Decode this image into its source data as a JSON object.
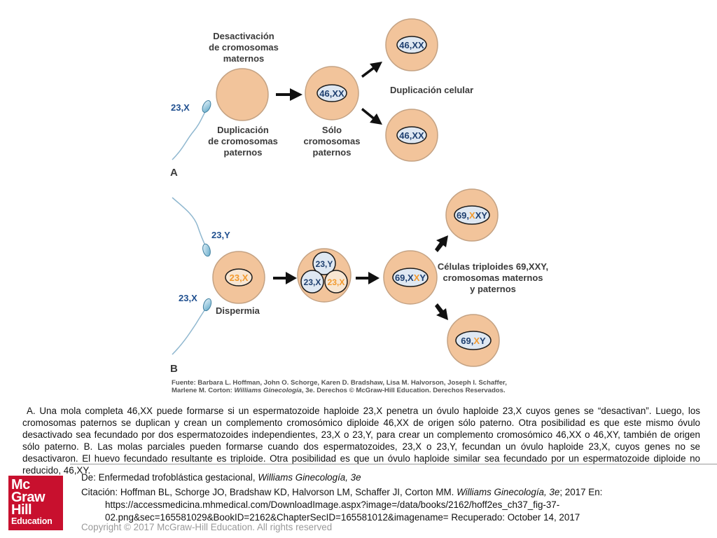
{
  "figure": {
    "panel_a": {
      "label": "A",
      "sperm_label": "23,X",
      "deactivation_label": [
        "Desactivación",
        "de cromosomas",
        "maternos"
      ],
      "duplication_paternal_label": [
        "Duplicación",
        "de cromosomas",
        "paternos"
      ],
      "only_paternal_label": [
        "Sólo",
        "cromosomas",
        "paternos"
      ],
      "center_cell": "46,XX",
      "top_cell": "46,XX",
      "bottom_cell": "46,XX",
      "cell_duplication_label": "Duplicación celular"
    },
    "panel_b": {
      "label": "B",
      "sperm1_label": "23,Y",
      "sperm2_label": "23,X",
      "egg_label": "23,X",
      "dispermy_label": "Dispermia",
      "cluster_top": "23,Y",
      "cluster_left": "23,X",
      "cluster_right": "23,X",
      "triploid_cell": {
        "prefix": "69,",
        "x1": "X",
        "x2": "X",
        "y": "Y"
      },
      "top_cell": {
        "prefix": "69,",
        "x": "X",
        "rest": "XY"
      },
      "bottom_cell": {
        "prefix": "69,",
        "x": "X",
        "y": "Y"
      },
      "triploid_label": [
        "Células triploides 69,XXY,",
        "cromosomas maternos",
        "y paternos"
      ]
    },
    "source_line1": "Fuente: Barbara L. Hoffman, John O. Schorge, Karen D. Bradshaw, Lisa M. Halvorson, Joseph I. Schaffer,",
    "source_line2_prefix": "Marlene M. Corton: ",
    "source_line2_italic": "Williams Ginecología",
    "source_line2_suffix": ", 3e. Derechos © McGraw-Hill Education. Derechos Reservados."
  },
  "caption": "A. Una mola completa 46,XX puede formarse si un espermatozoide haploide 23,X penetra un óvulo haploide 23,X cuyos genes se “desactivan”. Luego, los cromosomas paternos se duplican y crean un complemento cromosómico diploide 46,XX de origen sólo paterno. Otra posibilidad es que este mismo óvulo desactivado sea fecundado por dos espermatozoides independientes, 23,X o 23,Y, para crear un complemento cromosómico 46,XX o 46,XY, también de origen sólo paterno. B. Las molas parciales pueden formarse cuando dos espermatozoides, 23,X o 23,Y, fecundan un óvulo haploide 23,X, cuyos genes no se desactivaron. El huevo fecundado resultante es triploide. Otra posibilidad es que un óvulo haploide similar sea fecundado por un espermatozoide diploide no reducido, 46,XY.",
  "footer": {
    "logo_lines": [
      "Mc",
      "Graw",
      "Hill",
      "Education"
    ],
    "from_prefix": "De: ",
    "from_text": "Enfermedad trofoblástica gestacional, ",
    "from_italic": "Williams Ginecología, 3e",
    "citation_prefix": "Citación: Hoffman BL, Schorge JO, Bradshaw KD, Halvorson LM, Schaffer JI, Corton MM. ",
    "citation_italic": "Williams Ginecología, 3e",
    "citation_suffix": "; 2017 En:",
    "citation_url1": "https://accessmedicina.mhmedical.com/DownloadImage.aspx?image=/data/books/2162/hoff2es_ch37_fig-37-",
    "citation_url2": "02.png&sec=165581029&BookID=2162&ChapterSecID=165581012&imagename= Recuperado: October 14, 2017",
    "copyright": "Copyright © 2017 McGraw-Hill Education. All rights reserved"
  },
  "colors": {
    "cell_fill": "#f2c49b",
    "cell_stroke": "#c4a283",
    "nucleus_fill": "#dfe8f2",
    "nucleus_stroke": "#1b1b1b",
    "orange_text": "#f29a2e",
    "label_gray": "#3a3a3a",
    "sperm_label": "#1f4f8f",
    "logo_red": "#c8102e"
  }
}
